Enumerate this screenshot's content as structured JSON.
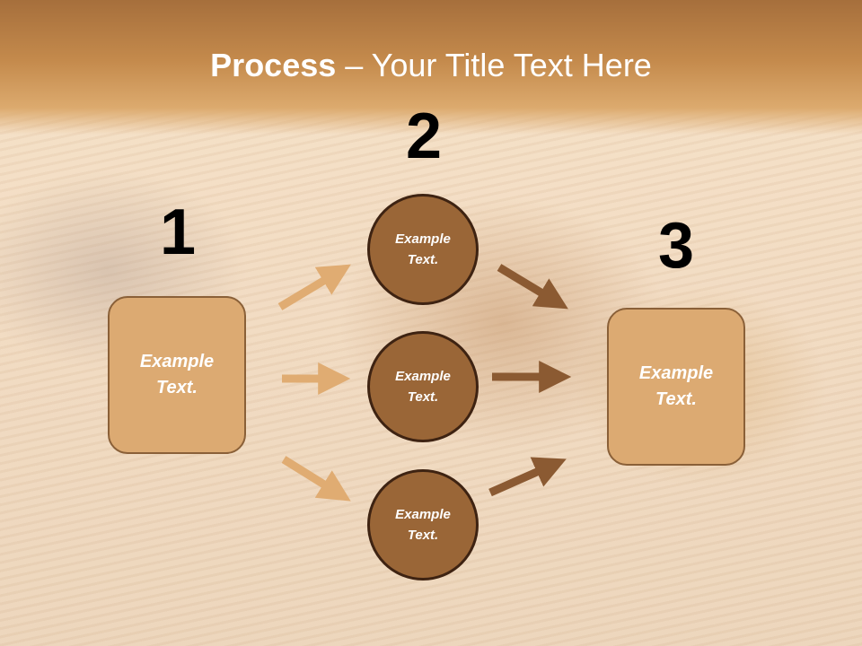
{
  "slide": {
    "title_bold": "Process",
    "title_rest": " – Your Title Text Here"
  },
  "steps": [
    {
      "number": "1"
    },
    {
      "number": "2"
    },
    {
      "number": "3"
    }
  ],
  "boxes": {
    "left": {
      "line1": "Example",
      "line2": "Text."
    },
    "right": {
      "line1": "Example",
      "line2": "Text."
    }
  },
  "circles": [
    {
      "line1": "Example",
      "line2": "Text."
    },
    {
      "line1": "Example",
      "line2": "Text."
    },
    {
      "line1": "Example",
      "line2": "Text."
    }
  ],
  "colors": {
    "left_arrows": "#e0ac72",
    "right_arrows": "#8b5a32",
    "box_fill": "#dcaa72",
    "circle_fill": "#9a6637"
  }
}
